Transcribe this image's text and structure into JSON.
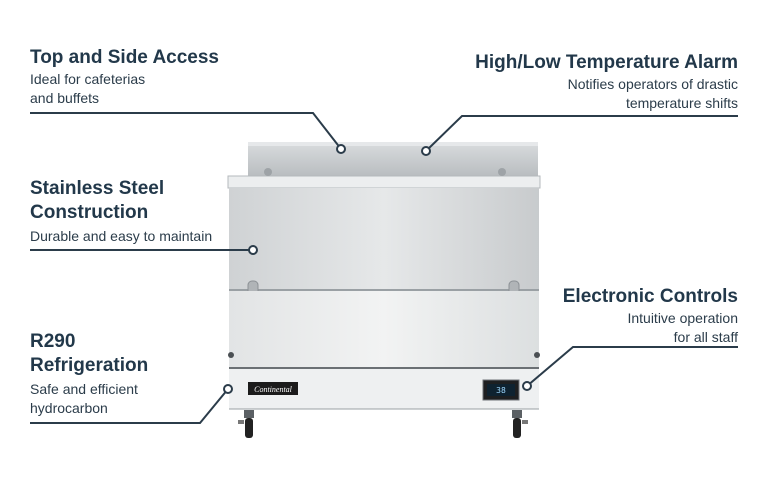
{
  "callouts": {
    "top_side_access": {
      "title": "Top and Side Access",
      "desc": "Ideal for cafeterias\nand buffets"
    },
    "temp_alarm": {
      "title": "High/Low Temperature Alarm",
      "desc": "Notifies operators of drastic\ntemperature shifts"
    },
    "stainless": {
      "title": "Stainless Steel\nConstruction",
      "desc": "Durable and easy to maintain"
    },
    "electronic": {
      "title": "Electronic Controls",
      "desc": "Intuitive operation\nfor all staff"
    },
    "refrigeration": {
      "title": "R290\nRefrigeration",
      "desc": "Safe and efficient\nhydrocarbon"
    }
  },
  "product": {
    "brand_logo": "Continental",
    "display_reading": "38"
  },
  "colors": {
    "text": "#22384a",
    "line": "#2b3c4a"
  }
}
